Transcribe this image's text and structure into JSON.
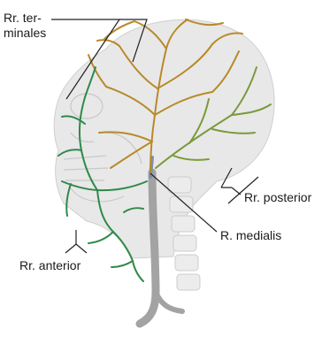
{
  "labels": {
    "terminales_line1": "Rr. ter-",
    "terminales_line2": "minales",
    "posterior": "Rr. posterior",
    "medialis": "R. medialis",
    "anterior": "Rr. anterior"
  },
  "colors": {
    "terminal_branches": "#b78a2a",
    "posterior_branches": "#7a9a3a",
    "anterior_branches": "#2f8a4a",
    "artery": "#9a9a9a",
    "skull": "#e6e6e6",
    "leader": "#222222"
  }
}
